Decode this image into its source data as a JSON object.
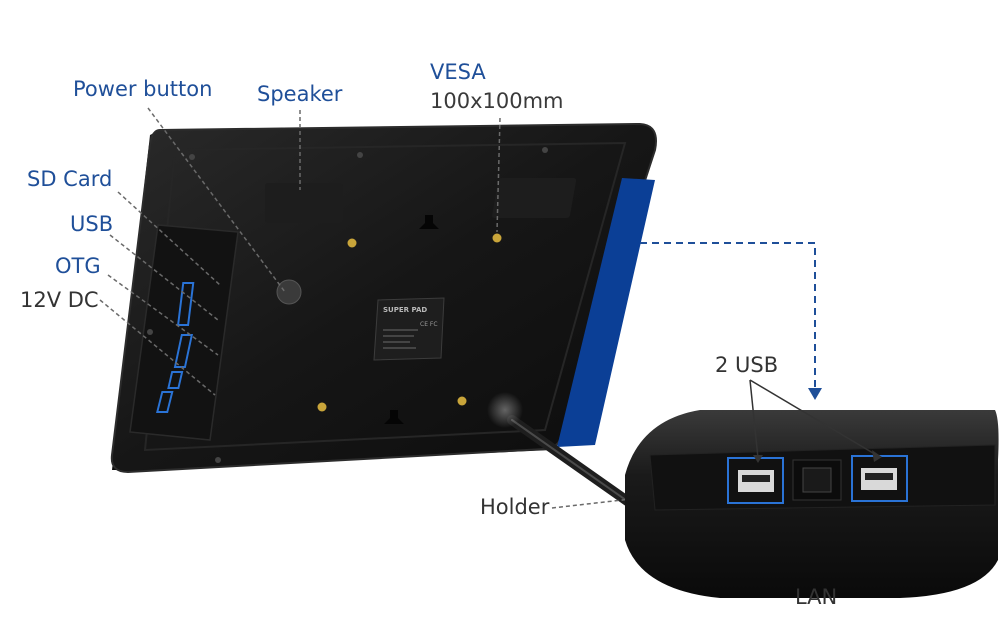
{
  "labels": {
    "power_button": "Power button",
    "speaker": "Speaker",
    "vesa_title": "VESA",
    "vesa_size": "100x100mm",
    "sd_card": "SD Card",
    "usb": "USB",
    "otg": "OTG",
    "dc_12v": "12V DC",
    "holder": "Holder",
    "two_usb": "2 USB",
    "lan": "LAN"
  },
  "device_sticker": {
    "brand": "SUPER PAD",
    "marks": "CE FC"
  },
  "colors": {
    "label_blue": "#1f4f99",
    "accent_blue": "#0b3f96",
    "device_black": "#141414",
    "connector_outline": "#2a73d6"
  }
}
